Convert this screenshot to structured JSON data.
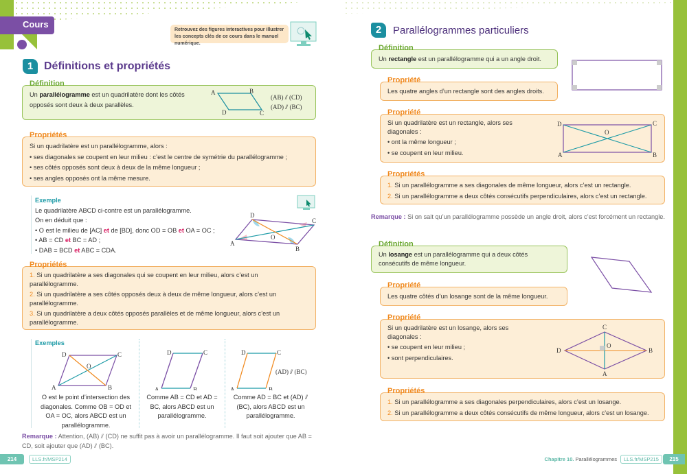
{
  "left": {
    "cours_tab": "Cours",
    "info_box": "Retrouvez des figures interactives pour illustrer les concepts clés de ce cours dans le manuel numérique.",
    "section_number": "1",
    "section_title": "Définitions et propriétés",
    "definition": {
      "label": "Définition",
      "segs": [
        [
          "",
          "Un "
        ],
        [
          "b",
          "parallélogramme"
        ],
        [
          "",
          " est un quadrilatère dont les côtés opposés sont deux à deux parallèles."
        ]
      ],
      "figure": {
        "points": [
          "A",
          "B",
          "C",
          "D"
        ],
        "rel1": "(AB) ⫽ (CD)",
        "rel2": "(AD) ⫽ (BC)"
      }
    },
    "properties1": {
      "label": "Propriétés",
      "intro": "Si un quadrilatère est un parallélogramme, alors :",
      "items": [
        "ses diagonales se coupent en leur milieu : c’est le centre de symétrie du parallélogramme ;",
        "ses côtés opposés sont deux à deux de la même longueur ;",
        "ses angles opposés ont la même mesure."
      ]
    },
    "example": {
      "title": "Exemple",
      "line1": "Le quadrilatère ABCD ci-contre est un parallélogramme.",
      "line2": "On en déduit que :",
      "b1": [
        [
          "",
          "O est le milieu de [AC] "
        ],
        [
          "et",
          "et"
        ],
        [
          "",
          " de [BD], donc OD = OB "
        ],
        [
          "et",
          "et"
        ],
        [
          "",
          " OA = OC ;"
        ]
      ],
      "b2": [
        [
          "",
          "AB = CD "
        ],
        [
          "et",
          "et"
        ],
        [
          "",
          " BC = AD ;"
        ]
      ],
      "b3": [
        [
          "",
          "DAB = BCD "
        ],
        [
          "et",
          "et"
        ],
        [
          "",
          " ABC = CDA."
        ]
      ],
      "figure": {
        "points": [
          "A",
          "B",
          "C",
          "D",
          "O"
        ]
      }
    },
    "properties2": {
      "label": "Propriétés",
      "items": [
        [
          "1.",
          "Si un quadrilatère a ses diagonales qui se coupent en leur milieu, alors c’est un parallélogramme."
        ],
        [
          "2.",
          "Si un quadrilatère a ses côtés opposés deux à deux de même longueur, alors c’est un parallélogramme."
        ],
        [
          "3.",
          "Si un quadrilatère a deux côtés opposés parallèles et de même longueur, alors c’est un parallélogramme."
        ]
      ]
    },
    "examples": {
      "title": "Exemples",
      "captions": [
        "O est le point d’intersection des diagonales. Comme OB = OD et OA = OC, alors ABCD est un parallélogramme.",
        "Comme AB = CD et AD = BC, alors ABCD est un parallélogramme.",
        "Comme AD = BC et (AD) ⫽ (BC), alors ABCD est un parallélogramme."
      ],
      "fig3_rel": "(AD) ⫽ (BC)"
    },
    "remark": {
      "label": "Remarque :",
      "text": " Attention, (AB) ⫽ (CD) ne suffit pas à avoir un parallélogramme. Il faut soit ajouter que AB = CD, soit ajouter que (AD) ⫽ (BC)."
    },
    "footer": {
      "page": "214",
      "link": "LLS.fr/MSP214"
    }
  },
  "right": {
    "section_number": "2",
    "section_title": "Parallélogrammes particuliers",
    "def_rect": {
      "label": "Définition",
      "segs": [
        [
          "",
          "Un "
        ],
        [
          "b",
          "rectangle"
        ],
        [
          "",
          " est un parallélogramme qui a un angle droit."
        ]
      ]
    },
    "prop_rect1": {
      "label": "Propriété",
      "text": "Les quatre angles d’un rectangle sont des angles droits."
    },
    "prop_rect2": {
      "label": "Propriété",
      "intro": "Si un quadrilatère est un rectangle, alors ses diagonales :",
      "items": [
        "ont la même longueur ;",
        "se coupent en leur milieu."
      ]
    },
    "props_rect": {
      "label": "Propriétés",
      "items": [
        [
          "1.",
          "Si un parallélogramme a ses diagonales de même longueur, alors c’est un rectangle."
        ],
        [
          "2.",
          "Si un parallélogramme a deux côtés consécutifs perpendiculaires, alors c’est un rectangle."
        ]
      ]
    },
    "remark": {
      "label": "Remarque :",
      "text": " Si on sait qu’un parallélogramme possède un angle droit, alors c’est forcément un rectangle."
    },
    "def_los": {
      "label": "Définition",
      "segs": [
        [
          "",
          "Un "
        ],
        [
          "b",
          "losange"
        ],
        [
          "",
          " est un parallélogramme qui a deux côtés consécutifs de même longueur."
        ]
      ]
    },
    "prop_los1": {
      "label": "Propriété",
      "text": "Les quatre côtés d’un losange sont de la même longueur."
    },
    "prop_los2": {
      "label": "Propriété",
      "intro": "Si un quadrilatère est un losange, alors ses diagonales :",
      "items": [
        "se coupent en leur milieu ;",
        "sont perpendiculaires."
      ]
    },
    "props_los": {
      "label": "Propriétés",
      "items": [
        [
          "1.",
          "Si un parallélogramme a ses diagonales perpendiculaires, alors c’est un losange."
        ],
        [
          "2.",
          "Si un parallélogramme a deux côtés consécutifs de même longueur, alors c’est un losange."
        ]
      ]
    },
    "footer": {
      "chapter": "Chapitre 10.",
      "chapter_title": " Parallélogrammes",
      "link": "LLS.fr/MSP215",
      "page": "215"
    }
  },
  "colors": {
    "green": "#97c35a",
    "orange": "#f2b266",
    "purple": "#7b4fa5",
    "teal": "#1b8fa0"
  }
}
